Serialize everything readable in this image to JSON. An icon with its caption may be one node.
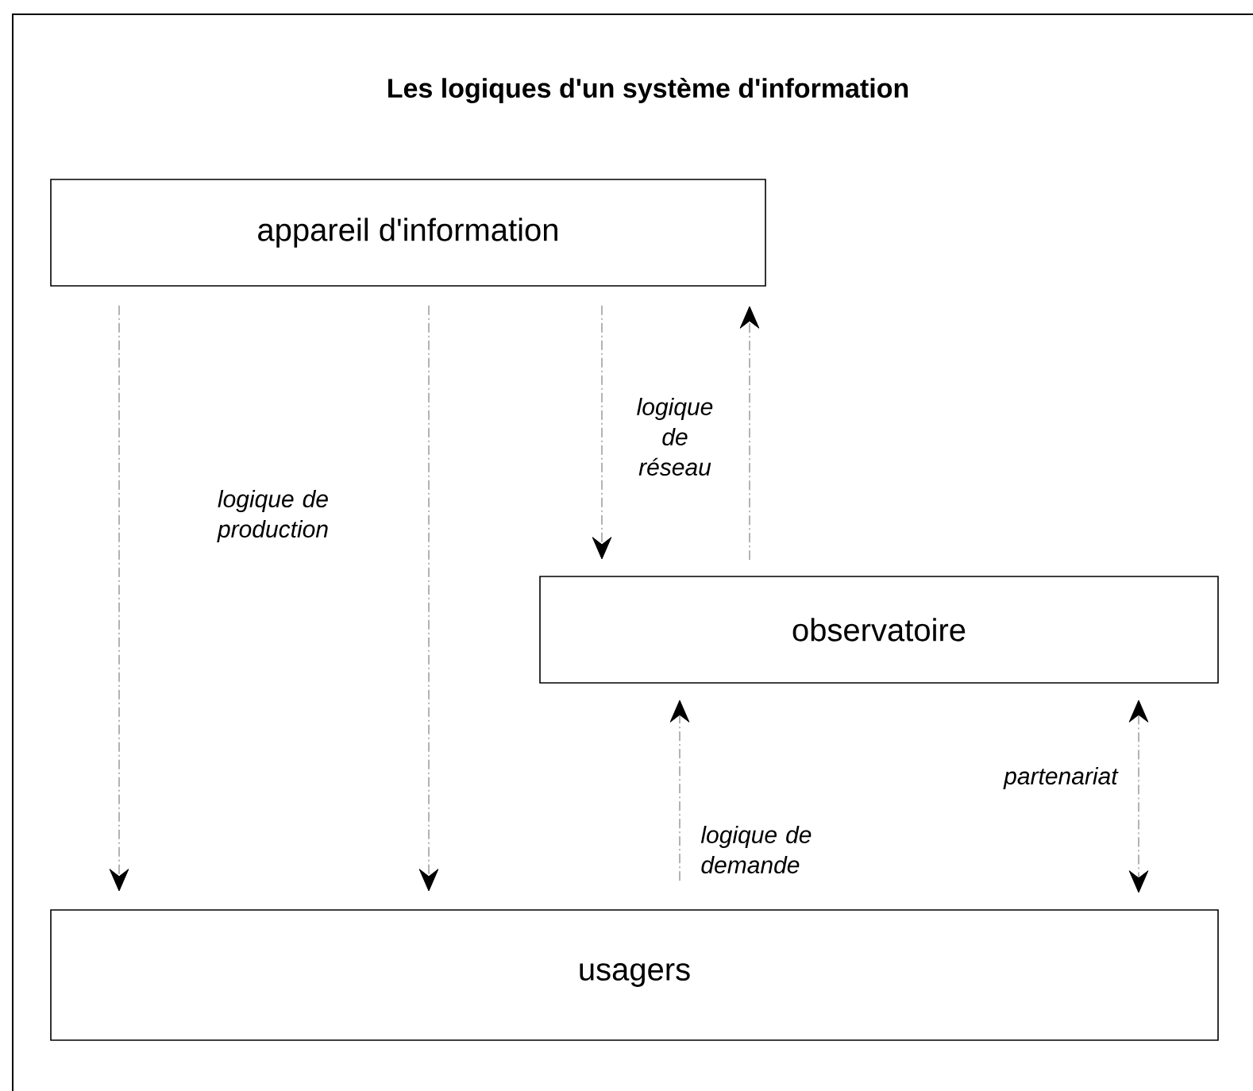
{
  "diagram": {
    "title": "Les logiques d'un système d'information",
    "nodes": [
      {
        "text": [
          "appareil d'information"
        ]
      },
      {
        "text": [
          "observatoire"
        ]
      },
      {
        "text": [
          "usagers"
        ]
      }
    ],
    "edges": [
      {
        "from": 0,
        "to": 2,
        "arrow": "to",
        "style": "dashed",
        "label": "logique de production"
      },
      {
        "from": 0,
        "to": 2,
        "arrow": "to",
        "style": "dashed"
      },
      {
        "from": 0,
        "to": 1,
        "arrow": "to",
        "style": "dashed",
        "label": "logique de réseau"
      },
      {
        "from": 1,
        "to": 0,
        "arrow": "to",
        "style": "dashed"
      },
      {
        "from": 2,
        "to": 1,
        "arrow": "to",
        "style": "dashed",
        "label": "logique de demande"
      },
      {
        "from": 1,
        "to": 2,
        "arrow": "both",
        "style": "dashed",
        "label": "partenariat"
      }
    ]
  }
}
